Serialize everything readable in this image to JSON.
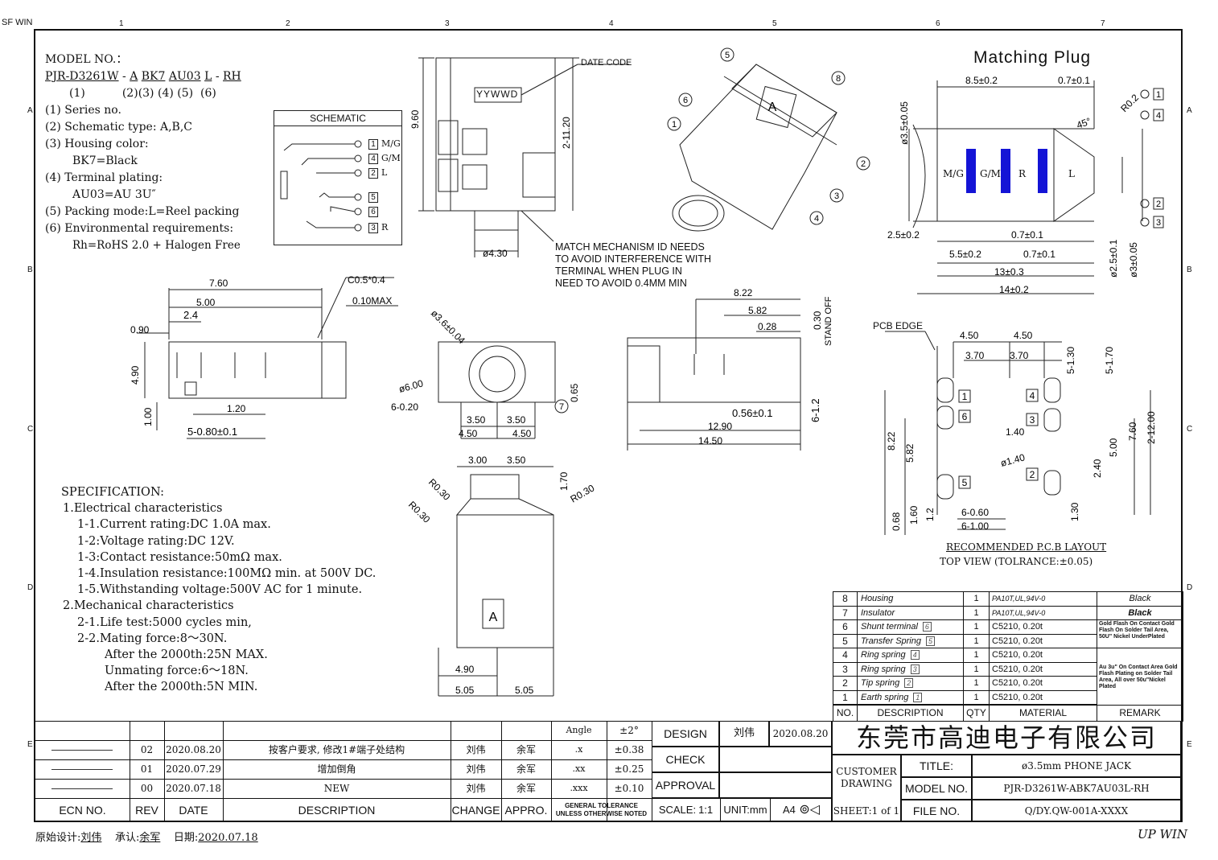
{
  "corner_text": "SF WIN",
  "footer_right": "UP WIN",
  "border_zones": {
    "top": [
      "1",
      "2",
      "3",
      "4",
      "5",
      "6",
      "7"
    ],
    "left": [
      "A",
      "B",
      "C",
      "D",
      "E"
    ]
  },
  "model": {
    "label": "MODEL NO.：",
    "code_parts": [
      "PJR-D3261W",
      "-",
      "A",
      "BK7",
      "AU03",
      "L",
      "-",
      "RH"
    ],
    "indices": [
      "(1)",
      "(2)",
      "(3)",
      "(4)",
      "(5)",
      "(6)"
    ],
    "lines": [
      "(1) Series no.",
      "(2) Schematic type: A,B,C",
      "(3) Housing color:",
      "BK7=Black",
      "(4) Terminal plating:",
      "AU03=AU 3U″",
      "(5) Packing mode:L=Reel packing",
      "(6) Environmental requirements:",
      "Rh=RoHS 2.0 + Halogen Free"
    ]
  },
  "schematic": {
    "title": "SCHEMATIC",
    "pins": [
      {
        "num": "1",
        "label": "M/G"
      },
      {
        "num": "4",
        "label": "G/M"
      },
      {
        "num": "2",
        "label": "L"
      },
      {
        "num": "5",
        "label": ""
      },
      {
        "num": "6",
        "label": ""
      },
      {
        "num": "3",
        "label": "R"
      }
    ]
  },
  "front_view": {
    "date_code_label": "DATE CODE",
    "date_code": "YYWWD",
    "dims": [
      "9.60",
      "2-11.20",
      "ø4.30"
    ],
    "note": [
      "MATCH MECHANISM ID NEEDS",
      "TO AVOID INTERFERENCE WITH",
      "TERMINAL WHEN  PLUG IN",
      "NEED TO AVOID 0.4MM MIN"
    ]
  },
  "iso_view": {
    "callouts": [
      "1",
      "2",
      "3",
      "4",
      "5",
      "6",
      "8"
    ],
    "letter": "A"
  },
  "plug": {
    "title": "Matching Plug",
    "segments": [
      "M/G",
      "G/M",
      "R",
      "L"
    ],
    "segment_color": "#1414d6",
    "dims": [
      "8.5±0.2",
      "0.7±0.1",
      "R0.2",
      "45°",
      "ø3.5±0.05",
      "2.5±0.2",
      "0.7±0.1",
      "5.5±0.2",
      "0.7±0.1",
      "13±0.3",
      "14±0.2",
      "ø2.5±0.1",
      "ø3±0.05"
    ],
    "pins": [
      "1",
      "4",
      "2",
      "3"
    ]
  },
  "side_view": {
    "dims": [
      "C0.5*0.4",
      "7.60",
      "5.00",
      "2.4",
      "0.90",
      "0.10MAX",
      "4.90",
      "1.00",
      "1.20",
      "5-0.80±0.1"
    ]
  },
  "end_view": {
    "dims": [
      "ø3.6±0.04",
      "ø6.00",
      "6-0.20",
      "0.65",
      "3.50",
      "3.50",
      "4.50",
      "4.50"
    ],
    "callout": "7"
  },
  "rear_view": {
    "dims": [
      "8.22",
      "5.82",
      "0.28",
      "0.30",
      "STAND OFF",
      "0.56±0.1",
      "6-1.2",
      "12.90",
      "14.50"
    ]
  },
  "bottom_view": {
    "dims": [
      "3.00",
      "3.50",
      "1.70",
      "R0.30",
      "R0.30",
      "R0.30",
      "4.90",
      "5.05",
      "5.05"
    ],
    "letter": "A"
  },
  "pcb": {
    "edge_label": "PCB EDGE",
    "dims_top": [
      "4.50",
      "4.50",
      "3.70",
      "3.70",
      "5-1.30",
      "5-1.70"
    ],
    "dims_left": [
      "8.22",
      "5.82",
      "0.68",
      "1.60",
      "1.2"
    ],
    "dims_right": [
      "2-12.00",
      "7.60",
      "5.00",
      "2.40",
      "1.30"
    ],
    "dims_mid": [
      "1.40",
      "ø1.40",
      "6-0.60",
      "6-1.00"
    ],
    "pins": [
      "1",
      "6",
      "5",
      "4",
      "3",
      "2"
    ],
    "caption1": "RECOMMENDED P.C.B LAYOUT",
    "caption2": "TOP VIEW (TOLRANCE:±0.05)"
  },
  "spec": {
    "title": "SPECIFICATION:",
    "lines": [
      "1.Electrical characteristics",
      "1-1.Current rating:DC 1.0A max.",
      "1-2:Voltage rating:DC 12V.",
      "1-3:Contact resistance:50mΩ  max.",
      "1-4.Insulation resistance:100MΩ  min. at 500V DC.",
      "1-5.Withstanding voltage:500V AC for 1 minute.",
      "2.Mechanical characteristics",
      "2-1.Life test:5000 cycles min,",
      "2-2.Mating force:8～30N.",
      "After the 2000th:25N MAX.",
      "Unmating force:6～18N.",
      "After the 2000th:5N MIN."
    ]
  },
  "bom": {
    "headers": [
      "NO.",
      "DESCRIPTION",
      "QTY",
      "MATERIAL",
      "REMARK"
    ],
    "rows": [
      {
        "no": "8",
        "desc": "Housing",
        "tag": "",
        "qty": "1",
        "material": "PA10T,UL,94V-0",
        "remark": "Black"
      },
      {
        "no": "7",
        "desc": "Insulator",
        "tag": "",
        "qty": "1",
        "material": "PA10T,UL,94V-0",
        "remark": "Black"
      },
      {
        "no": "6",
        "desc": "Shunt terminal",
        "tag": "6",
        "qty": "1",
        "material": "C5210, 0.20t",
        "remark": ""
      },
      {
        "no": "5",
        "desc": "Transfer Spring",
        "tag": "5",
        "qty": "1",
        "material": "C5210, 0.20t",
        "remark": ""
      },
      {
        "no": "4",
        "desc": "Ring spring",
        "tag": "4",
        "qty": "1",
        "material": "C5210, 0.20t",
        "remark": ""
      },
      {
        "no": "3",
        "desc": "Ring spring",
        "tag": "3",
        "qty": "1",
        "material": "C5210, 0.20t",
        "remark": ""
      },
      {
        "no": "2",
        "desc": "Tip spring",
        "tag": "2",
        "qty": "1",
        "material": "C5210, 0.20t",
        "remark": ""
      },
      {
        "no": "1",
        "desc": "Earth spring",
        "tag": "1",
        "qty": "1",
        "material": "C5210, 0.20t",
        "remark": ""
      }
    ],
    "remark_plating_1": "Gold Flash On Contact Gold Flash On Solder Tail Area, 50U\" Nickel UnderPlated",
    "remark_plating_2": "Au 3u\" On Contact Area Gold Flash Plating on Solder Tail Area, All over 50u\"Nickel Plated"
  },
  "revisions": {
    "headers": [
      "ECN NO.",
      "REV",
      "DATE",
      "DESCRIPTION",
      "CHANGE",
      "APPRO."
    ],
    "rows": [
      {
        "rev": "02",
        "date": "2020.08.20",
        "desc": "按客户要求, 修改1#端子处结构",
        "change": "刘伟",
        "appro": "余军"
      },
      {
        "rev": "01",
        "date": "2020.07.29",
        "desc": "增加倒角",
        "change": "刘伟",
        "appro": "余军"
      },
      {
        "rev": "00",
        "date": "2020.07.18",
        "desc": "NEW",
        "change": "刘伟",
        "appro": "余军"
      }
    ]
  },
  "tolerance": {
    "rows": [
      [
        "Angle",
        "±2°"
      ],
      [
        ".x",
        "±0.38"
      ],
      [
        ".xx",
        "±0.25"
      ],
      [
        ".xxx",
        "±0.10"
      ]
    ],
    "label": "GENERAL TOLERANCE UNLESS OTHERWISE NOTED"
  },
  "signoff": {
    "design_label": "DESIGN",
    "designer": "刘伟",
    "design_date": "2020.08.20",
    "check_label": "CHECK",
    "approval_label": "APPROVAL",
    "scale_label": "SCALE:",
    "scale": "1:1",
    "unit": "UNIT:mm",
    "paper": "A4"
  },
  "title_block": {
    "company": "东莞市高迪电子有限公司",
    "customer_drawing": "CUSTOMER DRAWING",
    "title_label": "TITLE:",
    "title": "ø3.5mm PHONE JACK",
    "model_label": "MODEL NO.",
    "model": "PJR-D3261W-ABK7AU03L-RH",
    "sheet_label": "SHEET:",
    "sheet": "1 of 1",
    "file_label": "FILE NO.",
    "file": "Q/DY.QW-001A-XXXX"
  },
  "footer": {
    "designer_label": "原始设计:",
    "designer": "刘伟",
    "approver_label": "承认:",
    "approver": "余军",
    "date_label": "日期:",
    "date": "2020.07.18"
  }
}
